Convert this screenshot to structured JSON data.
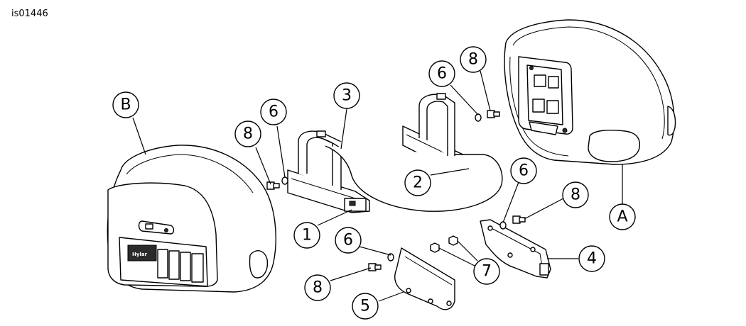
{
  "figure_id": "is01446",
  "brand_text": "Hylar",
  "callouts": [
    {
      "key": "B",
      "label": "B"
    },
    {
      "key": "A",
      "label": "A"
    },
    {
      "key": "1",
      "label": "1"
    },
    {
      "key": "2",
      "label": "2"
    },
    {
      "key": "3",
      "label": "3"
    },
    {
      "key": "4",
      "label": "4"
    },
    {
      "key": "5",
      "label": "5"
    },
    {
      "key": "6a",
      "label": "6"
    },
    {
      "key": "6b",
      "label": "6"
    },
    {
      "key": "6c",
      "label": "6"
    },
    {
      "key": "6d",
      "label": "6"
    },
    {
      "key": "7",
      "label": "7"
    },
    {
      "key": "8a",
      "label": "8"
    },
    {
      "key": "8b",
      "label": "8"
    },
    {
      "key": "8c",
      "label": "8"
    },
    {
      "key": "8d",
      "label": "8"
    }
  ]
}
